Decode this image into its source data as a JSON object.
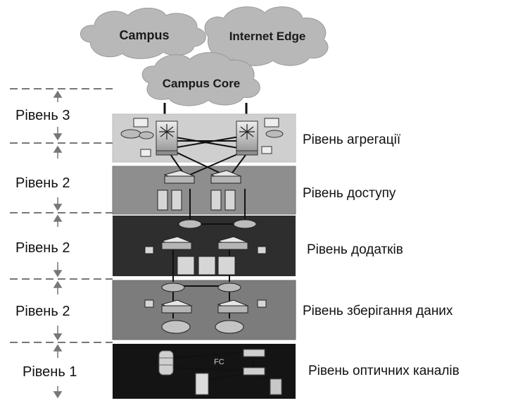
{
  "clouds": {
    "campus": "Campus",
    "internet_edge": "Internet Edge",
    "campus_core": "Campus Core"
  },
  "tiers": {
    "t3": "Рівень 3",
    "t2a": "Рівень 2",
    "t2b": "Рівень 2",
    "t2c": "Рівень 2",
    "t1": "Рівень 1"
  },
  "layers": {
    "aggregation": "Рівень агрегації",
    "access": "Рівень доступу",
    "applications": "Рівень додатків",
    "storage": "Рівень зберігання даних",
    "optical": "Рівень оптичних каналів"
  },
  "fc_label": "FC",
  "colors": {
    "cloud": "#b4b4b4",
    "aggregation_band": "#cfcfcf",
    "access_band": "#8e8e8e",
    "applications_band": "#2e2e2e",
    "storage_band": "#7c7c7c",
    "optical_band": "#141414"
  }
}
